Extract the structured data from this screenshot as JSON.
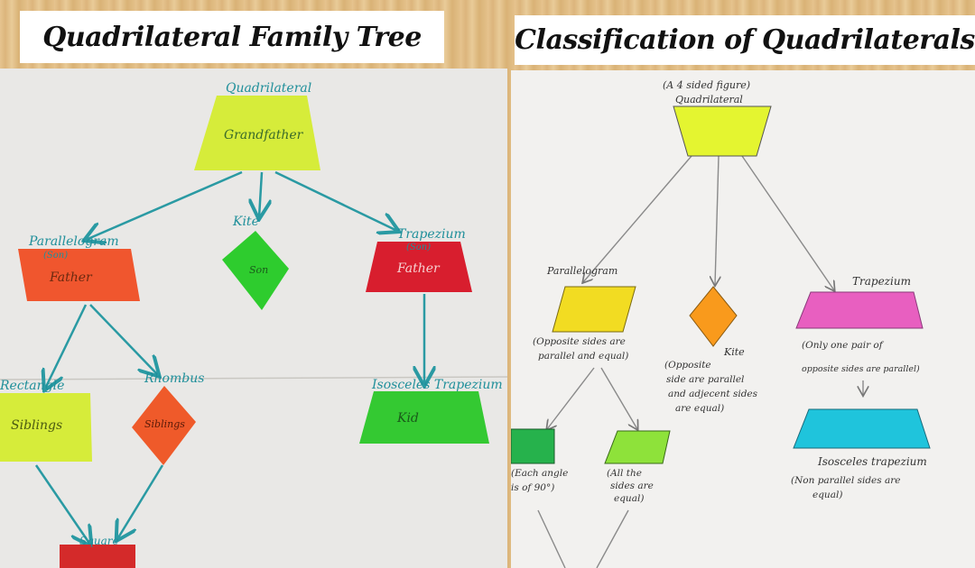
{
  "left": {
    "title": "Quadrilateral Family Tree",
    "nodes": {
      "quadrilateral": {
        "label": "Quadrilateral",
        "role": "Grandfather",
        "color": "#d6ec3a"
      },
      "parallelogram": {
        "label": "Parallelogram",
        "note": "(Son)",
        "role": "Father",
        "color": "#f0562e"
      },
      "kite": {
        "label": "Kite",
        "role": "Son",
        "color": "#2ecc2e"
      },
      "trapezium": {
        "label": "Trapezium",
        "note": "(Son)",
        "role": "Father",
        "color": "#d81e2e"
      },
      "rectangle": {
        "label": "Rectangle",
        "role": "Siblings",
        "color": "#d6ec3a"
      },
      "rhombus": {
        "label": "Rhombus",
        "role": "Siblings",
        "color": "#ef5a2a"
      },
      "isosceles_trapezium": {
        "label": "Isosceles Trapezium",
        "role": "Kid",
        "color": "#34c932"
      },
      "square": {
        "label": "Square",
        "color": "#d42a2a"
      }
    }
  },
  "right": {
    "title": "Classification of Quadrilaterals",
    "nodes": {
      "quadrilateral": {
        "note": "(A 4 sided figure)",
        "label": "Quadrilateral",
        "color": "#e4f530"
      },
      "parallelogram": {
        "label": "Parallelogram",
        "desc": [
          "(Opposite sides are",
          "parallel and equal)"
        ],
        "color": "#f2dc22"
      },
      "kite": {
        "label": "Kite",
        "desc": [
          "(Opposite",
          "side are parallel",
          "and adjecent sides",
          "are equal)"
        ],
        "color": "#f99a1c"
      },
      "trapezium": {
        "label": "Trapezium",
        "desc": [
          "(Only one pair of",
          "opposite sides are parallel)"
        ],
        "color": "#e85fc0"
      },
      "rectangle": {
        "desc": [
          "(Each angle",
          "is of 90°)"
        ],
        "color": "#26b24c"
      },
      "rhombus": {
        "desc": [
          "(All the",
          "sides are",
          "equal)"
        ],
        "color": "#8ee23a"
      },
      "isosceles_trapezium": {
        "label": "Isosceles trapezium",
        "desc": [
          "(Non parallel sides are",
          "equal)"
        ],
        "color": "#1fc4dc"
      }
    }
  }
}
